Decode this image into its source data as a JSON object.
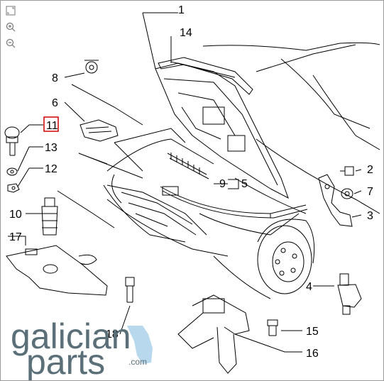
{
  "toolbar": {
    "icons": [
      "fit-page-icon",
      "zoom-in-icon",
      "zoom-out-icon"
    ]
  },
  "callouts": {
    "c1": "1",
    "c2": "2",
    "c3": "3",
    "c4": "4",
    "c5": "5",
    "c6": "6",
    "c7": "7",
    "c8": "8",
    "c9": "9",
    "c10": "10",
    "c11": "11",
    "c12": "12",
    "c13": "13",
    "c14": "14",
    "c15": "15",
    "c16": "16",
    "c17": "17",
    "c18": "18"
  },
  "selected_callout": "11",
  "watermark": {
    "line1": "galician",
    "line2": "parts",
    "suffix": ".com"
  },
  "colors": {
    "line": "#000000",
    "highlight": "#cc0000",
    "watermark_text": "#5b6f79",
    "watermark_accent": "#b8d8ee"
  }
}
